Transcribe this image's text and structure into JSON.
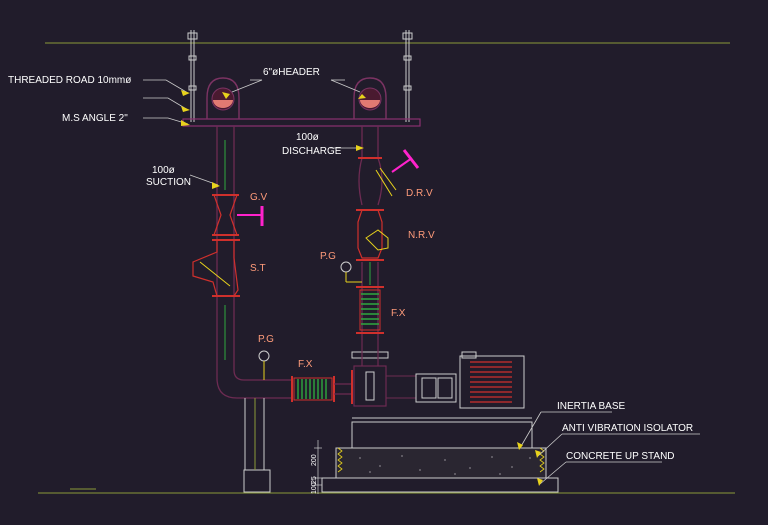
{
  "labels": {
    "threaded_rod": "THREADED ROAD 10mmø",
    "ms_angle": "M.S ANGLE 2\"",
    "header": "6\"øHEADER",
    "discharge_size": "100ø",
    "discharge": "DISCHARGE",
    "suction_size": "100ø",
    "suction": "SUCTION",
    "gate_valve": "G.V",
    "strainer": "S.T",
    "drain_valve": "D.R.V",
    "non_return_valve": "N.R.V",
    "pressure_gauge_upper": "P.G",
    "flex_upper": "F.X",
    "pressure_gauge_lower": "P.G",
    "flex_lower": "F.X",
    "inertia_base": "INERTIA BASE",
    "anti_vibration": "ANTI VIBRATION ISOLATOR",
    "concrete_stand": "CONCRETE UP STAND",
    "dim_200": "200",
    "dim_25": "25",
    "dim_100": "100"
  },
  "colors": {
    "background": "#211c2b",
    "ceiling": "#8a9a3a",
    "pipe": "#6d2b52",
    "header_pipe": "#7c3363",
    "valve_red": "#d0302c",
    "flange_green": "#2fa83f",
    "magenta": "#ff22cc",
    "yellow": "#e8d21c",
    "tag_text": "#ff9b7a",
    "white": "#ffffff",
    "concrete": "#6e6a72"
  }
}
